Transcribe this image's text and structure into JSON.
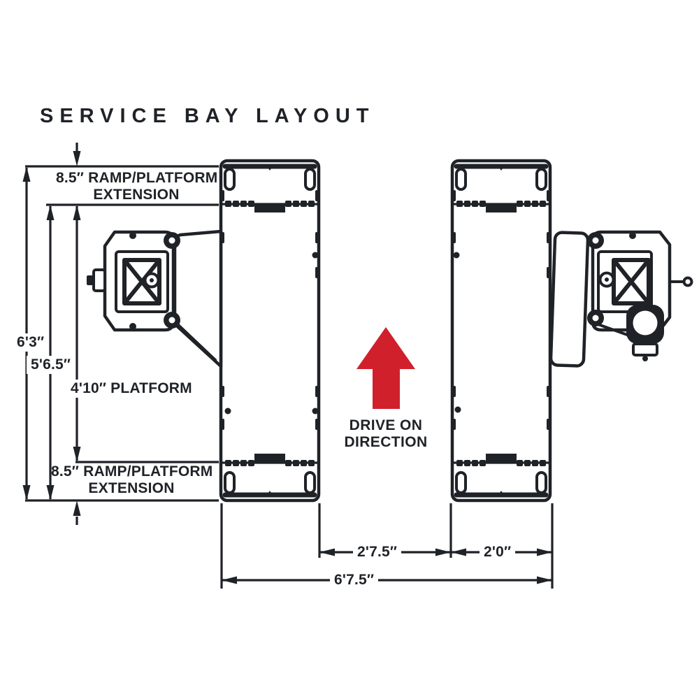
{
  "title": "SERVICE BAY LAYOUT",
  "colors": {
    "line": "#1f2227",
    "accent_red": "#d0202c",
    "background": "#ffffff"
  },
  "drive_direction": {
    "icon": "up-arrow",
    "line1": "DRIVE ON",
    "line2": "DIRECTION"
  },
  "dimensions": {
    "top_ramp_extension": {
      "line1": "8.5″ RAMP/PLATFORM",
      "line2": "EXTENSION"
    },
    "bottom_ramp_extension": {
      "line1": "8.5″ RAMP/PLATFORM",
      "line2": "EXTENSION"
    },
    "overall_length": "6'3″",
    "platform_plus_ramp": "5'6.5″",
    "platform_length": "4'10″ PLATFORM",
    "bay_gap_width": "2'7.5″",
    "ramp_width": "2'0″",
    "overall_width": "6'7.5″"
  }
}
